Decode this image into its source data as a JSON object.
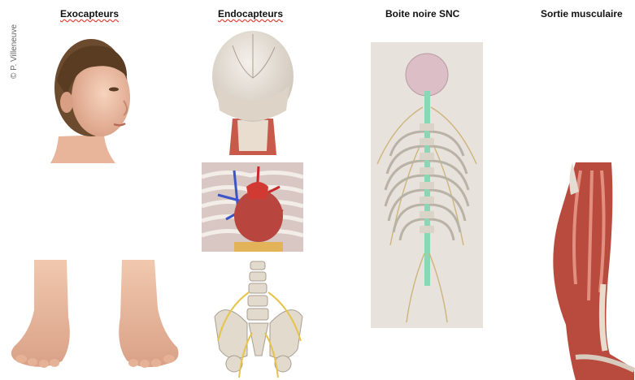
{
  "credit": "© P. Villeneuve",
  "columns": [
    {
      "heading": "Exocapteurs",
      "images": [
        "head-illustration",
        "feet-illustration"
      ]
    },
    {
      "heading": "Endocapteurs",
      "images": [
        "skull-illustration",
        "thorax-heart-illustration",
        "pelvis-spine-illustration"
      ]
    },
    {
      "heading": "Boite noire SNC",
      "images": [
        "nervous-system-illustration"
      ]
    },
    {
      "heading": "Sortie musculaire",
      "images": [
        "leg-muscles-illustration"
      ]
    }
  ]
}
